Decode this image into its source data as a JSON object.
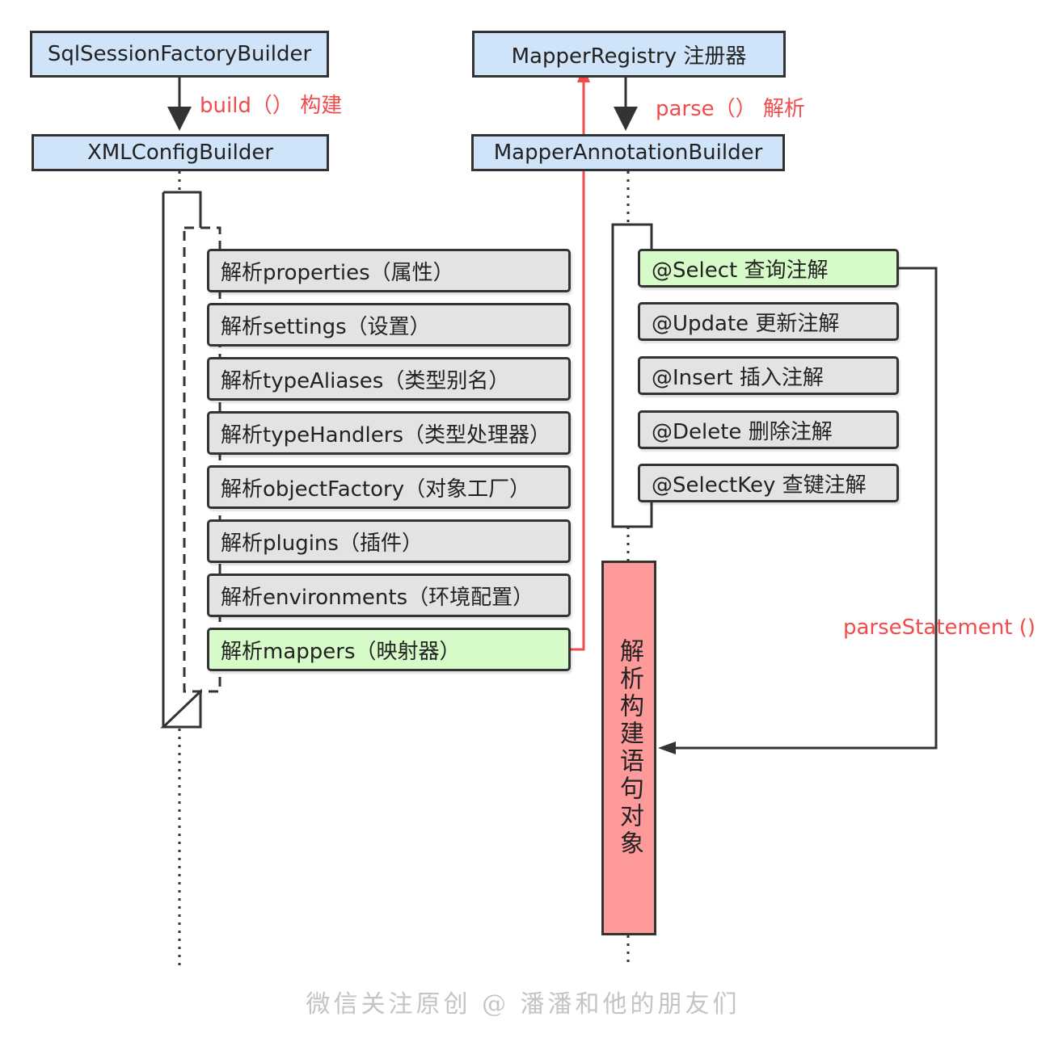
{
  "colors": {
    "header_fill": "#cfe3f9",
    "step_fill": "#e3e3e3",
    "highlight_fill": "#d7fbc8",
    "result_fill": "#ff9a9a",
    "arrow_red": "#f24b4b",
    "line_dark": "#333333"
  },
  "left": {
    "top_box": "SqlSessionFactoryBuilder",
    "arrow_label": "build（） 构建",
    "builder_box": "XMLConfigBuilder",
    "steps": [
      "解析properties（属性）",
      "解析settings（设置）",
      "解析typeAliases（类型别名）",
      "解析typeHandlers（类型处理器）",
      "解析objectFactory（对象工厂）",
      "解析plugins（插件）",
      "解析environments（环境配置）",
      "解析mappers（映射器）"
    ]
  },
  "right": {
    "registry_box": "MapperRegistry 注册器",
    "arrow_label": "parse（） 解析",
    "builder_box": "MapperAnnotationBuilder",
    "annotations": [
      "@Select 查询注解",
      "@Update 更新注解",
      "@Insert 插入注解",
      "@Delete 删除注解",
      "@SelectKey 查键注解"
    ],
    "call_label": "parseStatement ()",
    "result_box": "解析构建语句对象"
  },
  "watermark": "微信关注原创 @ 潘潘和他的朋友们"
}
